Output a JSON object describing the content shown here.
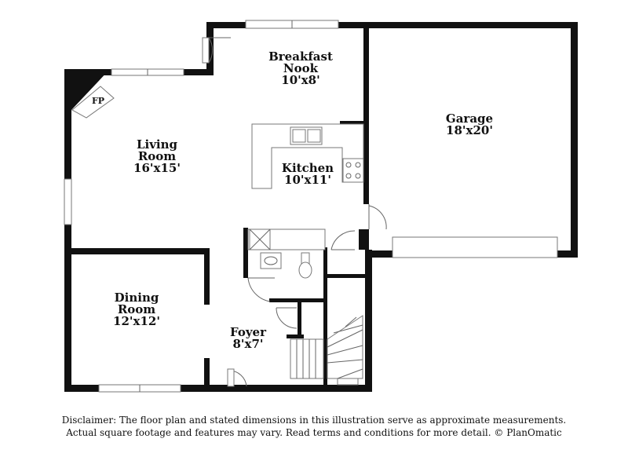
{
  "rooms": {
    "breakfast_nook": {
      "name_line1": "Breakfast",
      "name_line2": "Nook",
      "size": "10'x8'"
    },
    "garage": {
      "name": "Garage",
      "size": "18'x20'"
    },
    "living_room": {
      "name_line1": "Living",
      "name_line2": "Room",
      "size": "16'x15'"
    },
    "kitchen": {
      "name": "Kitchen",
      "size": "10'x11'"
    },
    "dining_room": {
      "name_line1": "Dining",
      "name_line2": "Room",
      "size": "12'x12'"
    },
    "foyer": {
      "name": "Foyer",
      "size": "8'x7'"
    }
  },
  "fireplace_label": "FP",
  "disclaimer": {
    "line1": "Disclaimer: The floor plan and stated dimensions in this illustration serve as approximate measurements.",
    "line2": "Actual square footage and features may vary. Read terms and conditions for more detail. © PlanOmatic"
  },
  "colors": {
    "wall": "#111111",
    "fixture_line": "#777777",
    "background": "#ffffff"
  }
}
